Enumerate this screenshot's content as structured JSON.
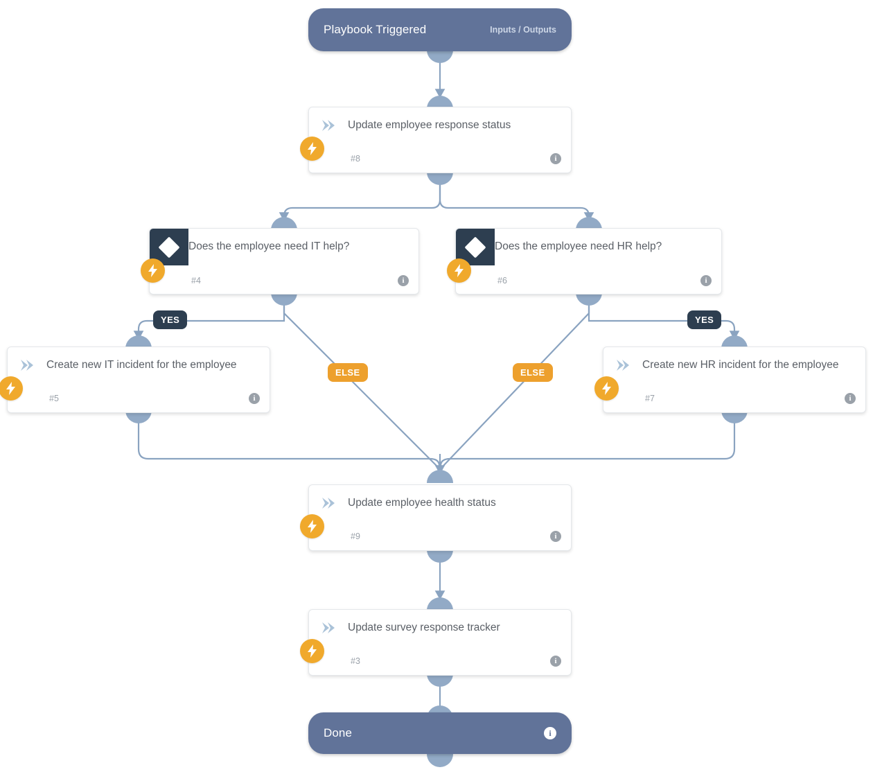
{
  "diagram": {
    "title": "Playbook workflow",
    "colors": {
      "background": "#ffffff",
      "trigger_node": "#617399",
      "connector": "#92aac6",
      "port": "#92aac6",
      "decision_glyph": "#2d3e50",
      "bolt_badge": "#f0a92c",
      "yes_badge": "#2d3e50",
      "else_badge": "#eda02d",
      "card_text": "#5a5f66",
      "step_text": "#9aa1a9"
    }
  },
  "nodes": {
    "trigger": {
      "title": "Playbook Triggered",
      "subtitle": "Inputs / Outputs",
      "type": "trigger"
    },
    "update_response_status": {
      "title": "Update employee response status",
      "step": "#8",
      "type": "action",
      "icon": "chevron-right-icon",
      "info": "i"
    },
    "it_decision": {
      "title": "Does the employee need IT help?",
      "step": "#4",
      "type": "decision",
      "icon": "diamond-icon",
      "info": "i"
    },
    "hr_decision": {
      "title": "Does the employee need HR help?",
      "step": "#6",
      "type": "decision",
      "icon": "diamond-icon",
      "info": "i"
    },
    "create_it_incident": {
      "title": "Create new IT incident for the employee",
      "step": "#5",
      "type": "action",
      "icon": "chevron-right-icon",
      "info": "i"
    },
    "create_hr_incident": {
      "title": "Create new HR incident for the employee",
      "step": "#7",
      "type": "action",
      "icon": "chevron-right-icon",
      "info": "i"
    },
    "update_health_status": {
      "title": "Update employee health status",
      "step": "#9",
      "type": "action",
      "icon": "chevron-right-icon",
      "info": "i"
    },
    "update_survey_tracker": {
      "title": "Update survey response tracker",
      "step": "#3",
      "type": "action",
      "icon": "chevron-right-icon",
      "info": "i"
    },
    "done": {
      "title": "Done",
      "type": "terminal",
      "info": "i"
    }
  },
  "branch_labels": {
    "it_yes": "YES",
    "it_else": "ELSE",
    "hr_yes": "YES",
    "hr_else": "ELSE"
  }
}
